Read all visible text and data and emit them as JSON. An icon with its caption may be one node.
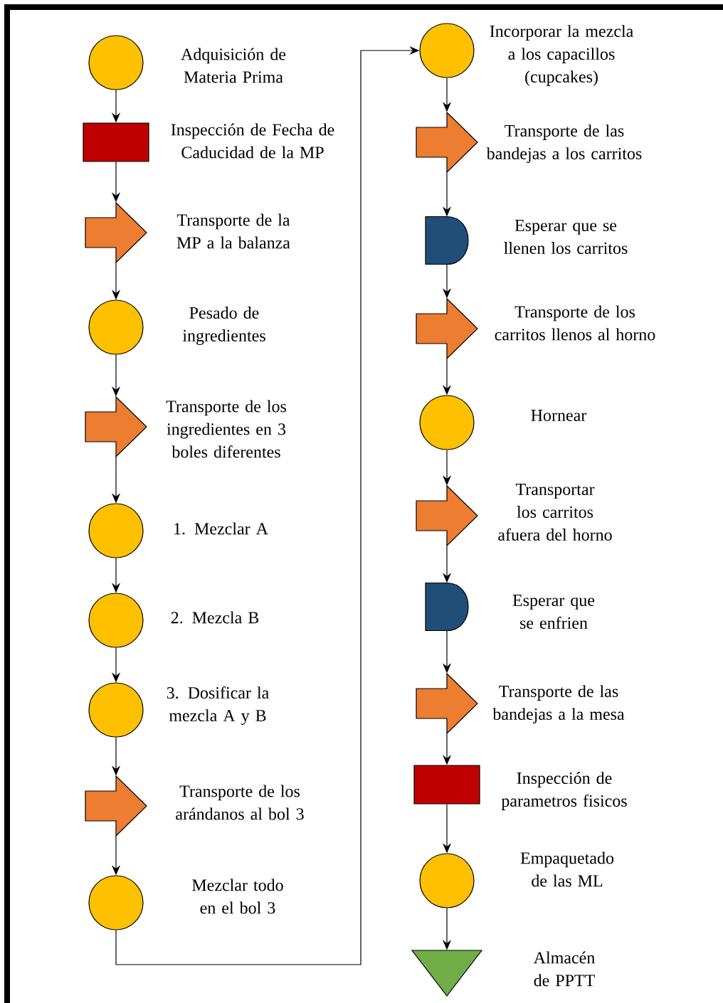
{
  "diagram": {
    "nodes": [
      {
        "text": [],
        "shape": "circle",
        "beside": [
          "Adquisición de Materia Prima"
        ]
      },
      {
        "text": [],
        "shape": "box",
        "beside": [
          "Inspección de Fecha de Caducidad de la MP"
        ]
      },
      {
        "text": [],
        "shape": "arrow",
        "beside": [
          "Transporte de la MP a la balanza"
        ]
      },
      {
        "text": [],
        "shape": "circle",
        "beside": [
          "Pesado de ingredientes"
        ]
      },
      {
        "text": [],
        "shape": "arrow",
        "beside": [
          "Transporte de los ingredientes en 3 boles diferentes"
        ]
      },
      {
        "text": [],
        "shape": "circle",
        "beside": [
          "1. Mezclar A"
        ]
      },
      {
        "text": [],
        "shape": "circle",
        "beside": [
          "2. Mezcla B"
        ]
      },
      {
        "text": [],
        "shape": "circle",
        "beside": [
          "3. Dosificar la mezcla A y B"
        ]
      },
      {
        "text": [],
        "shape": "arrow",
        "beside": [
          "Transporte de los arándanos al bol 3"
        ]
      },
      {
        "text": [],
        "shape": "circle",
        "beside": [
          "Mezclar todo en el bol 3"
        ]
      },
      {
        "text": [],
        "shape": "circle",
        "beside": [
          "Incorporar la mezcla a los capacillos (cupcakes)"
        ]
      },
      {
        "text": [],
        "shape": "arrow",
        "beside": [
          "Transporte de las bandejas a los carritos"
        ]
      },
      {
        "text": [],
        "shape": "delay",
        "beside": [
          "Esperar que se llenen los carritos"
        ]
      },
      {
        "text": [],
        "shape": "arrow",
        "beside": [
          "Transporte de los carritos llenos al horno"
        ]
      },
      {
        "text": [],
        "shape": "circle",
        "beside": [
          "Hornear"
        ]
      },
      {
        "text": [],
        "shape": "arrow",
        "beside": [
          "Transportar los carritos afuera del horno"
        ]
      },
      {
        "text": [],
        "shape": "delay",
        "beside": [
          "Esperar que se enfrien"
        ]
      },
      {
        "text": [],
        "shape": "arrow",
        "beside": [
          "Transporte de las bandejas a la mesa"
        ]
      },
      {
        "text": [],
        "shape": "box",
        "beside": [
          "Inspección de parametros fisicos"
        ]
      },
      {
        "text": [],
        "shape": "circle",
        "beside": [
          "Empaquetado de las ML"
        ]
      },
      {
        "text": [],
        "shape": "triangle",
        "beside": [
          "Almacén de PPTT"
        ]
      }
    ],
    "edges": [
      {
        "from": 0,
        "to": 1,
        "arrow": "to"
      },
      {
        "from": 1,
        "to": 2,
        "arrow": "to"
      },
      {
        "from": 2,
        "to": 3,
        "arrow": "to"
      },
      {
        "from": 3,
        "to": 4,
        "arrow": "to"
      },
      {
        "from": 4,
        "to": 5,
        "arrow": "to"
      },
      {
        "from": 5,
        "to": 6,
        "arrow": "to"
      },
      {
        "from": 6,
        "to": 7,
        "arrow": "to"
      },
      {
        "from": 7,
        "to": 8,
        "arrow": "to"
      },
      {
        "from": 8,
        "to": 9,
        "arrow": "to"
      },
      {
        "from": 9,
        "to": 10,
        "arrow": "to"
      },
      {
        "from": 10,
        "to": 11,
        "arrow": "to"
      },
      {
        "from": 11,
        "to": 12,
        "arrow": "to"
      },
      {
        "from": 12,
        "to": 13,
        "arrow": "to"
      },
      {
        "from": 13,
        "to": 14,
        "arrow": "to"
      },
      {
        "from": 14,
        "to": 15,
        "arrow": "to"
      },
      {
        "from": 15,
        "to": 16,
        "arrow": "to"
      },
      {
        "from": 16,
        "to": 17,
        "arrow": "to"
      },
      {
        "from": 17,
        "to": 18,
        "arrow": "to"
      },
      {
        "from": 18,
        "to": 19,
        "arrow": "to"
      },
      {
        "from": 19,
        "to": 20,
        "arrow": "to"
      }
    ]
  }
}
